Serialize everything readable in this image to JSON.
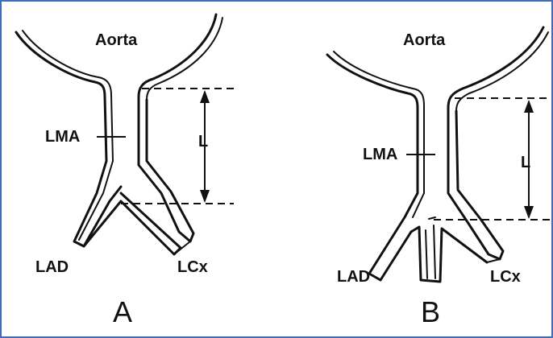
{
  "panel_a": {
    "aorta_label": "Aorta",
    "lma_label": "LMA",
    "length_label": "L",
    "lad_label": "LAD",
    "lcx_label": "LCx",
    "panel_label": "A"
  },
  "panel_b": {
    "aorta_label": "Aorta",
    "lma_label": "LMA",
    "length_label": "L",
    "lad_label": "LAD",
    "lcx_label": "LCx",
    "panel_label": "B"
  },
  "colors": {
    "frame_border": "#3f6dbb",
    "ink": "#111111"
  }
}
